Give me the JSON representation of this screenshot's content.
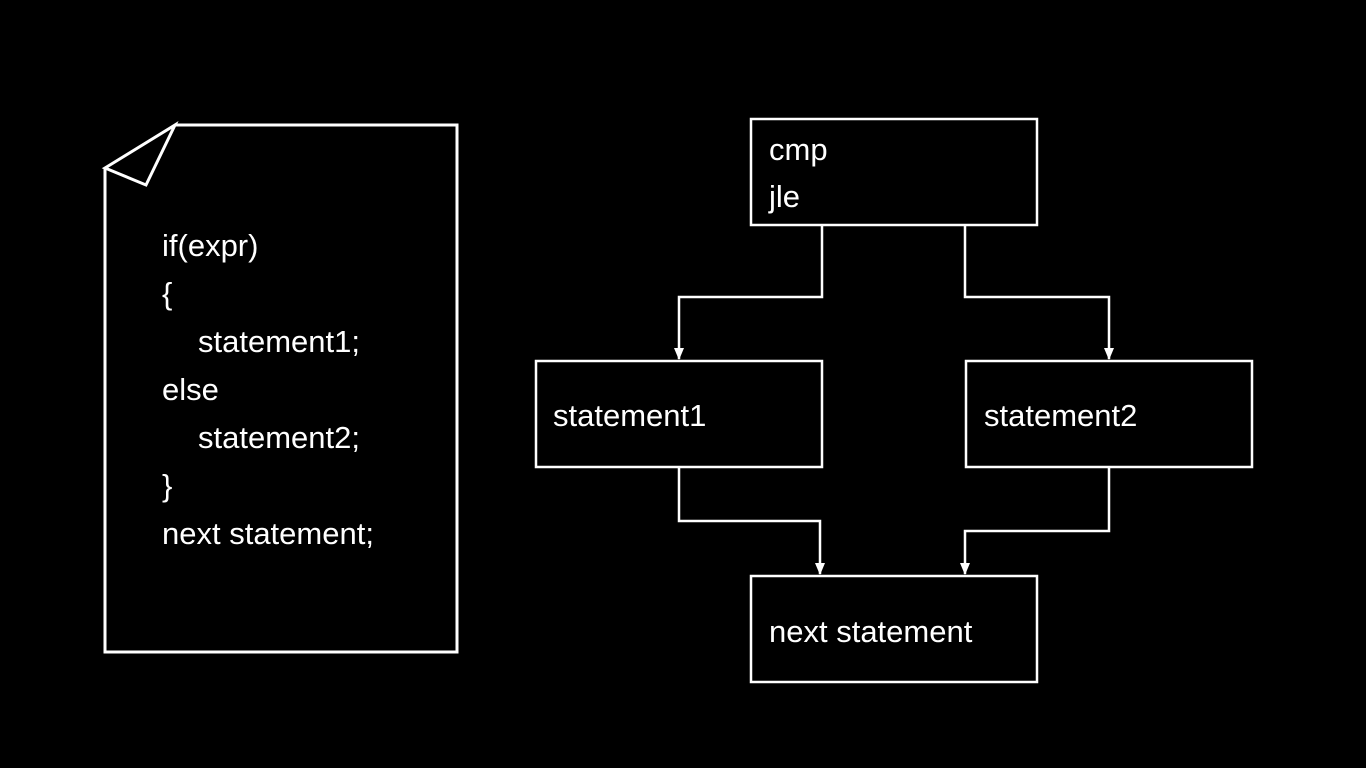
{
  "colors": {
    "background": "#000000",
    "stroke": "#ffffff",
    "text": "#ffffff"
  },
  "source_code": {
    "lines": [
      "if(expr)",
      "{",
      "statement1;",
      "else",
      "statement2;",
      "}",
      "next statement;"
    ]
  },
  "flowchart": {
    "condition_node": {
      "lines": [
        "cmp",
        "jle"
      ]
    },
    "branch_true_node": {
      "label": "statement1"
    },
    "branch_false_node": {
      "label": "statement2"
    },
    "merge_node": {
      "label": "next statement"
    }
  }
}
